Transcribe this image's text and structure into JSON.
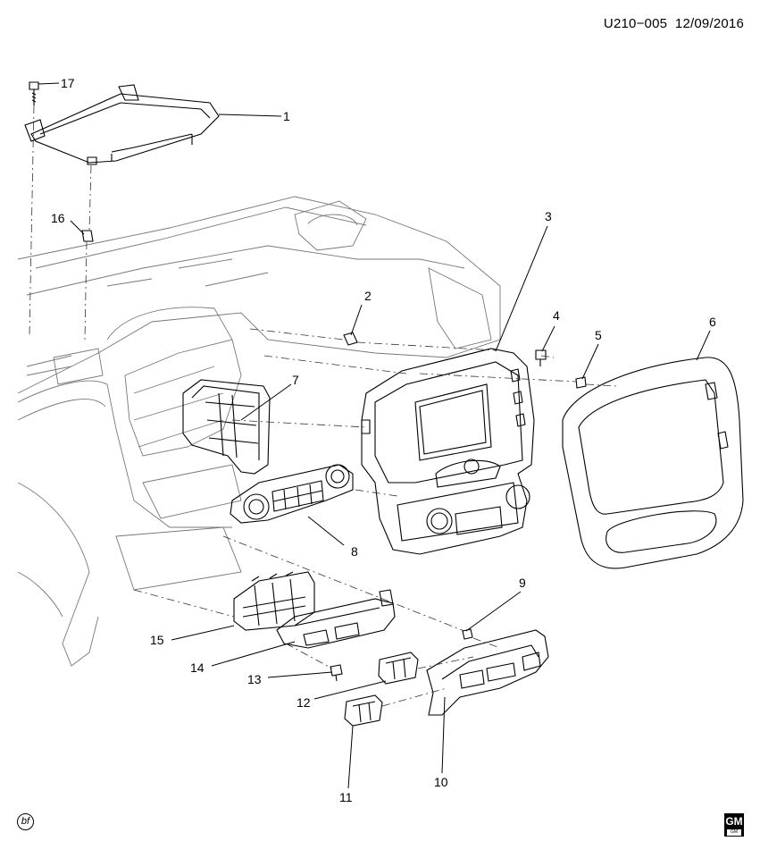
{
  "header": {
    "code": "U210−005",
    "date": "12/09/2016"
  },
  "callouts": [
    {
      "id": "c1",
      "label": "1"
    },
    {
      "id": "c2",
      "label": "2"
    },
    {
      "id": "c3",
      "label": "3"
    },
    {
      "id": "c4",
      "label": "4"
    },
    {
      "id": "c5",
      "label": "5"
    },
    {
      "id": "c6",
      "label": "6"
    },
    {
      "id": "c7",
      "label": "7"
    },
    {
      "id": "c8",
      "label": "8"
    },
    {
      "id": "c9",
      "label": "9"
    },
    {
      "id": "c10",
      "label": "10"
    },
    {
      "id": "c11",
      "label": "11"
    },
    {
      "id": "c12",
      "label": "12"
    },
    {
      "id": "c13",
      "label": "13"
    },
    {
      "id": "c14",
      "label": "14"
    },
    {
      "id": "c15",
      "label": "15"
    },
    {
      "id": "c16",
      "label": "16"
    },
    {
      "id": "c17",
      "label": "17"
    }
  ],
  "footer": {
    "badge": "bf",
    "logo_top": "GM",
    "logo_bottom": "GM"
  }
}
